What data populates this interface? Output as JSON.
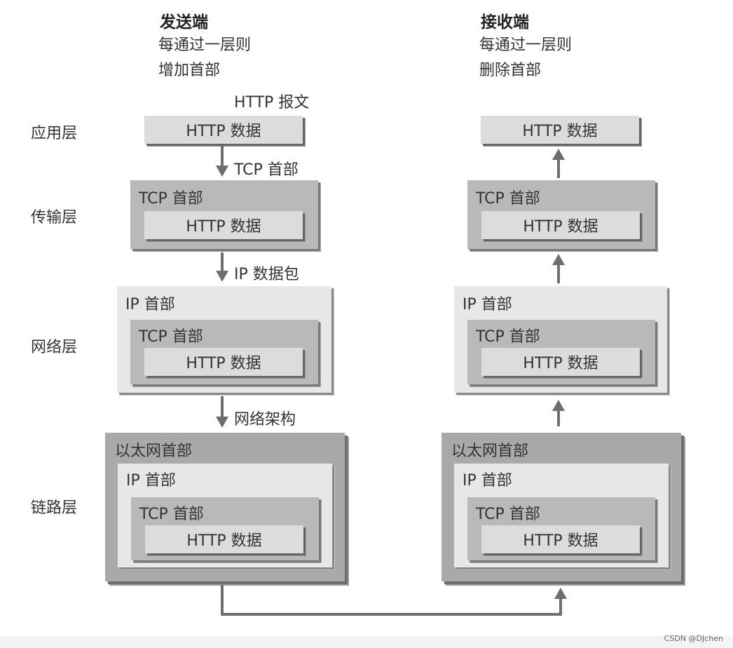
{
  "sender": {
    "title": "发送端",
    "line1": "每通过一层则",
    "line2": "增加首部"
  },
  "receiver": {
    "title": "接收端",
    "line1": "每通过一层则",
    "line2": "删除首部"
  },
  "layers": {
    "application": "应用层",
    "transport": "传输层",
    "network": "网络层",
    "link": "链路层"
  },
  "annotations": {
    "http_message": "HTTP 报文",
    "tcp_header": "TCP 首部",
    "ip_packet": "IP 数据包",
    "network_arch": "网络架构"
  },
  "boxes": {
    "http_data": "HTTP 数据",
    "tcp_header": "TCP 首部",
    "ip_header": "IP 首部",
    "ethernet_header": "以太网首部"
  },
  "watermark": "CSDN @DJchen"
}
